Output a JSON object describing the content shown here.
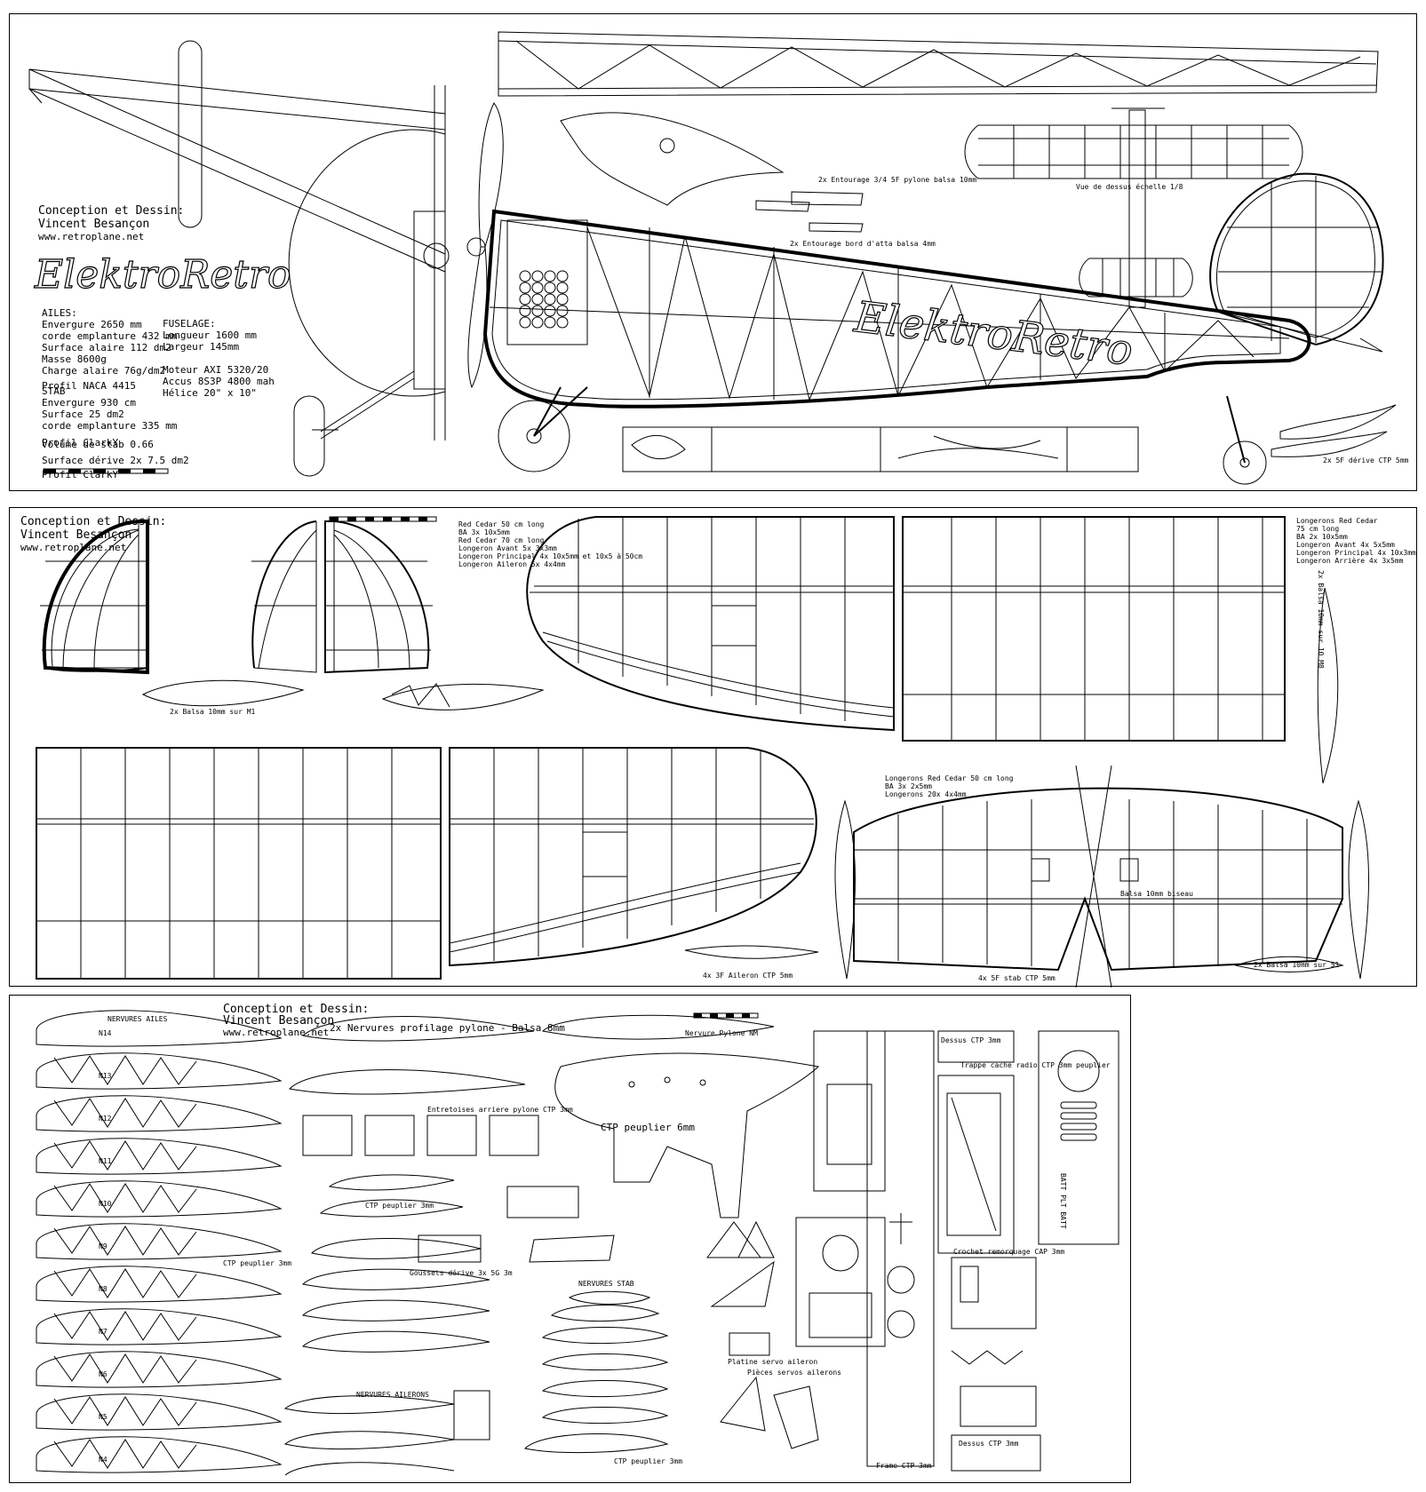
{
  "sheets": {
    "one": {
      "credit_title": "Conception et Dessin:",
      "credit_author": "Vincent Besançon",
      "credit_url": "www.retroplane.net",
      "logo": "ElektroRetro",
      "fuselage_logo": "ElektroRetro",
      "wing": {
        "heading": "AILES:",
        "lines": [
          "Envergure 2650 mm",
          "corde emplanture 432 mm",
          "Surface alaire 112 dm2",
          "Masse 8600g",
          "Charge alaire 76g/dm2",
          "Profil NACA 4415"
        ]
      },
      "fuselage": {
        "heading": "FUSELAGE:",
        "lines": [
          "Longueur 1600 mm",
          "Largeur 145mm",
          "",
          "Moteur AXI 5320/20",
          "Accus 8S3P 4800 mah",
          "Hélice 20\" x 10\""
        ]
      },
      "stab": {
        "heading": "STAB",
        "lines": [
          "Envergure 930 cm",
          "Surface 25 dm2",
          "corde emplanture 335 mm",
          "Profil ClarkY"
        ]
      },
      "extras": [
        "Volume de stab 0.66",
        "Surface dérive 2x 7.5 dm2",
        "Profil ClarkY"
      ],
      "notes": {
        "pylon": "2x Entourage 3/4 5F pylone balsa 10mm",
        "tail": "2x Entourage bord d'atta balsa 4mm",
        "topview": "Vue de dessus échelle 1/8",
        "fin": "2x 5F dérive CTP 5mm"
      }
    },
    "two": {
      "credit_title": "Conception et Dessin:",
      "credit_author": "Vincent Besançon",
      "credit_url": "www.retroplane.net",
      "spar_notes_left": [
        "Red Cedar 50 cm long",
        "BA 3x 10x5mm",
        "Red Cedar 70 cm long",
        "Longeron Avant 5x 3x3mm",
        "Longeron Principal 4x 10x5mm et 10x5 à 50cm",
        "Longeron Aileron 5x 4x4mm"
      ],
      "spar_notes_right": [
        "Longerons Red Cedar",
        "75 cm long",
        "BA 2x 10x5mm",
        "Longeron Avant 4x 5x5mm",
        "Longeron Principal 4x 10x3mm",
        "Longeron Arrière 4x 3x5mm"
      ],
      "stab_spar_notes": [
        "Longerons Red Cedar 50 cm long",
        "BA 3x 2x5mm",
        "Longerons 20x 4x4mm"
      ],
      "label_stab_ba": "2x Balsa 10mm sur M1",
      "label_aileron": "4x 3F Aileron CTP 5mm",
      "label_stab_tip": "4x 5F stab CTP 5mm",
      "label_tip": "2x Balsa 10mm sur 51",
      "label_wing_tip": "2x Balsa 10mm sur 10 M8",
      "label_spar": "Balsa 10mm biseau"
    },
    "three": {
      "credit_title": "Conception et Dessin:",
      "credit_author": "Vincent Besançon",
      "credit_url": "www.retroplane.net",
      "rib_labels": [
        "N14",
        "N13",
        "N12",
        "N11",
        "N10",
        "N9",
        "N8",
        "N7",
        "N6",
        "N5",
        "N4"
      ],
      "nervures_title": "NERVURES AILES",
      "pylon_ribs": "2x Nervures profilage pylone - Balsa 8mm",
      "ctp_poplar_6": "CTP peuplier 6mm",
      "ctp_poplar_3": "CTP peuplier 3mm",
      "ctp_poplar_3b": "CTP peuplier 3mm",
      "ctp_poplar_3c": "CTP peuplier 3mm",
      "nervures_ailerons": "NERVURES AILERONS",
      "nervures_stab": "NERVURES STAB",
      "pylon_label": "Nervure Pylone NM",
      "spacers": "Entretoises arriere pylone CTP 3mm",
      "gusset": "Goussets dérive 3x 5G 3m",
      "cover": "Trappe cache radio CTP 3mm peuplier",
      "hatch_top": "Dessus CTP 3mm",
      "hatch_top2": "Dessus CTP 3mm",
      "frame_note": "Frame CTP 3mm",
      "servo_plate": "Platine servo aileron",
      "fixation": "Pièces servos ailerons",
      "hook": "Crochet remorquage CAP 3mm",
      "battery": "BATT PLT BATT"
    }
  }
}
